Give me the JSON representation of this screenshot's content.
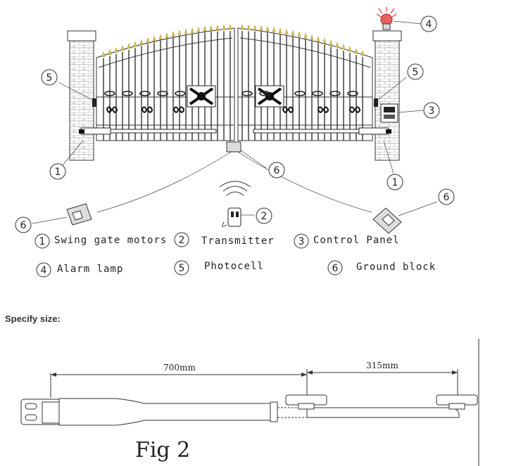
{
  "legend": [
    {
      "num": "1",
      "label": "Swing gate motors"
    },
    {
      "num": "2",
      "label": "Transmitter"
    },
    {
      "num": "3",
      "label": "Control Panel"
    },
    {
      "num": "4",
      "label": "Alarm lamp"
    },
    {
      "num": "5",
      "label": "Photocell"
    },
    {
      "num": "6",
      "label": "Ground block"
    }
  ],
  "callouts": {
    "c1": "1",
    "c2": "2",
    "c3": "3",
    "c4": "4",
    "c5": "5",
    "c6": "6"
  },
  "section_heading": "Specify size:",
  "dimensions": {
    "length_a": "700mm",
    "length_b": "315mm"
  },
  "figure_label": "Fig 2"
}
